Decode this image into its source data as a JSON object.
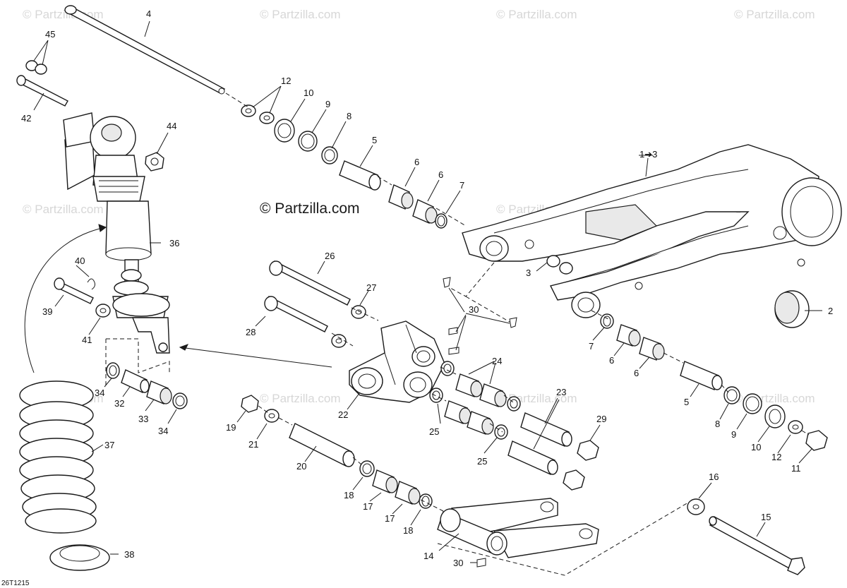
{
  "watermark": {
    "faded_text": "© Partzilla.com",
    "main_text": "© Partzilla.com"
  },
  "diagram_code": "26T1215",
  "callouts": {
    "c1_3": "1➔3",
    "c2": "2",
    "c3": "3",
    "c4": "4",
    "c5a": "5",
    "c5b": "5",
    "c6a": "6",
    "c6b": "6",
    "c6c": "6",
    "c6d": "6",
    "c7a": "7",
    "c7b": "7",
    "c8a": "8",
    "c8b": "8",
    "c9a": "9",
    "c9b": "9",
    "c10a": "10",
    "c10b": "10",
    "c11": "11",
    "c12a": "12",
    "c12b": "12",
    "c14": "14",
    "c15": "15",
    "c16": "16",
    "c17a": "17",
    "c17b": "17",
    "c18a": "18",
    "c18b": "18",
    "c19": "19",
    "c20": "20",
    "c21": "21",
    "c22": "22",
    "c23": "23",
    "c24": "24",
    "c25a": "25",
    "c25b": "25",
    "c26": "26",
    "c27": "27",
    "c28": "28",
    "c29": "29",
    "c30a": "30",
    "c30b": "30",
    "c32": "32",
    "c33": "33",
    "c34a": "34",
    "c34b": "34",
    "c36": "36",
    "c37": "37",
    "c38": "38",
    "c39": "39",
    "c40": "40",
    "c41": "41",
    "c42": "42",
    "c44": "44",
    "c45": "45"
  }
}
